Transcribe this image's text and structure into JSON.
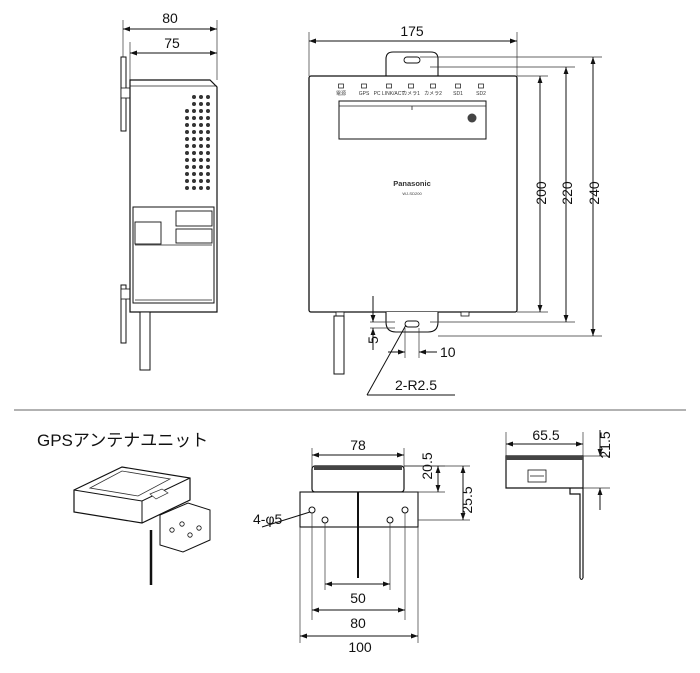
{
  "device": {
    "side_view": {
      "width_outer": "80",
      "width_inner": "75"
    },
    "front_view": {
      "width": "175",
      "height_body": "200",
      "height_with_tab": "220",
      "height_total": "240",
      "dim_5": "5",
      "dim_10": "10",
      "radius_note": "2-R2.5",
      "brand": "Panasonic",
      "model": "WJ-SD200",
      "indicators": [
        "電源",
        "GPS",
        "PC LINK/ACT",
        "カメラ1",
        "カメラ2",
        "SD1",
        "SD2"
      ]
    }
  },
  "gps_unit": {
    "title": "GPSアンテナユニット",
    "front_view": {
      "width_top": "78",
      "height_top": "20.5",
      "height_hole": "25.5",
      "holes_note": "4-φ5",
      "span_inner": "50",
      "span_mid": "80",
      "span_total": "100"
    },
    "side_view": {
      "width": "65.5",
      "height": "21.5"
    }
  }
}
